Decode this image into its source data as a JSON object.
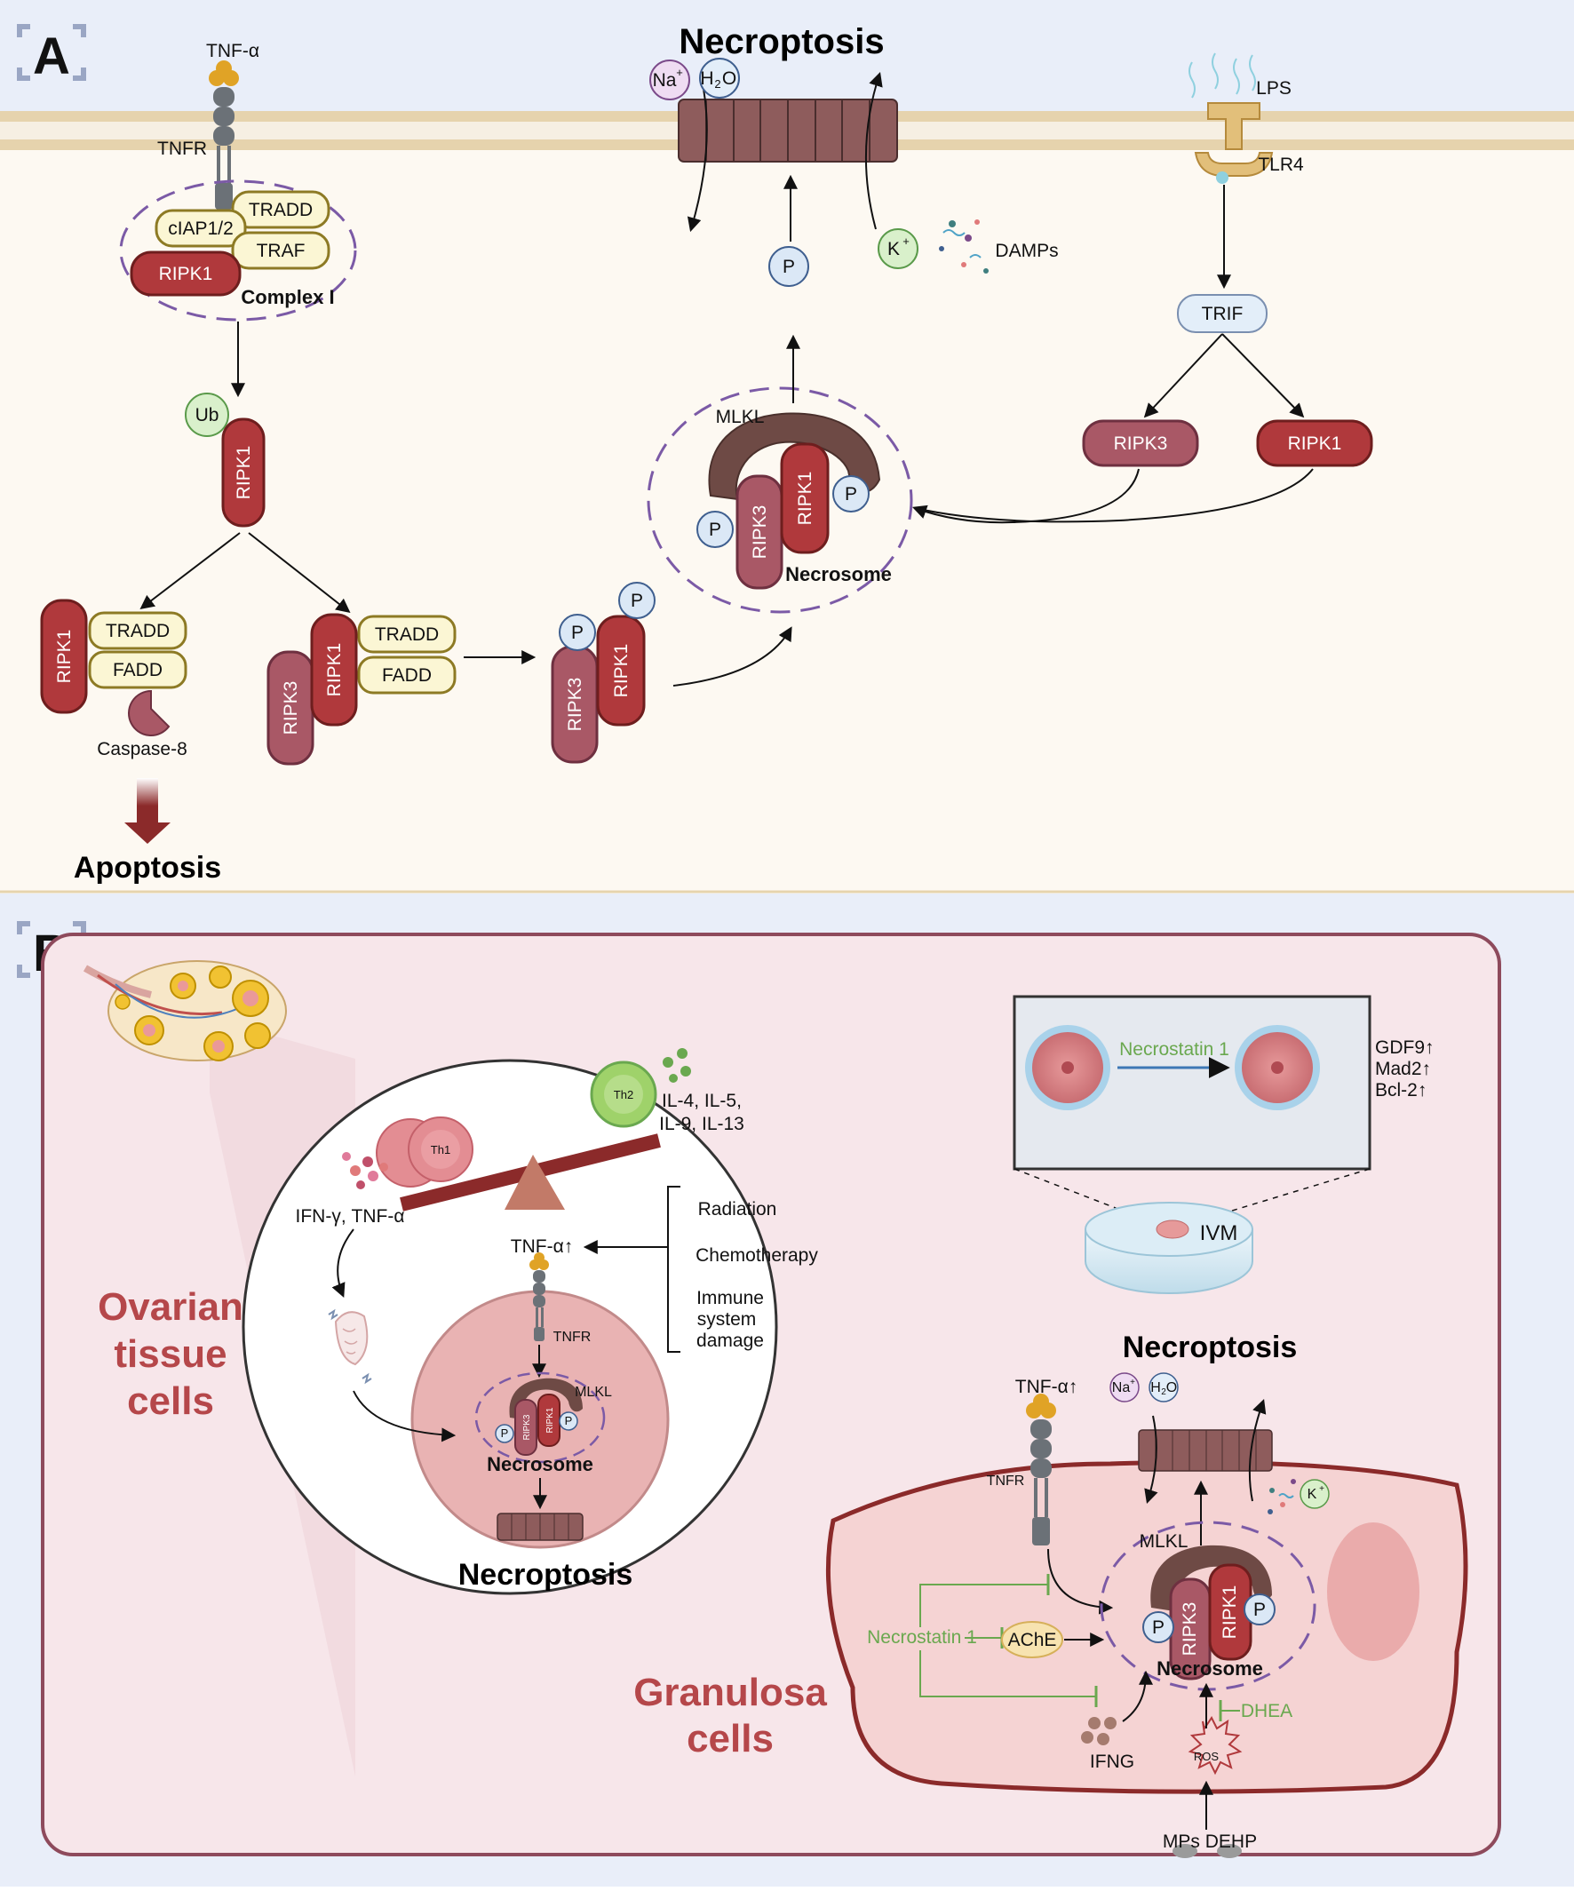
{
  "panels": {
    "a": "A",
    "b": "B"
  },
  "panel_a": {
    "titles": {
      "necroptosis": "Necroptosis",
      "apoptosis": "Apoptosis"
    },
    "receptors": {
      "tnf_alpha": "TNF-α",
      "tnfr": "TNFR",
      "lps": "LPS",
      "tlr4": "TLR4"
    },
    "complex_one": {
      "ciap": "cIAP1/2",
      "tradd": "TRADD",
      "traf": "TRAF",
      "ripk1": "RIPK1",
      "label": "Complex I"
    },
    "ub": "Ub",
    "ripk1": "RIPK1",
    "ripk3": "RIPK3",
    "tradd": "TRADD",
    "fadd": "FADD",
    "caspase8": "Caspase-8",
    "p": "P",
    "mlkl": "MLKL",
    "necrosome": "Necrosome",
    "trif": "TRIF",
    "ions": {
      "na_base": "Na",
      "na_sup": "+",
      "h2o_h": "H",
      "h2o_sub": "2",
      "h2o_o": "O",
      "k_base": "K",
      "k_sup": "+"
    },
    "damps": "DAMPs"
  },
  "panel_b": {
    "ovarian_title": [
      "Ovarian",
      "tissue",
      "cells"
    ],
    "granulosa_title": [
      "Granulosa",
      "cells"
    ],
    "th1": "Th1",
    "th2": "Th2",
    "th1_cytokines": "IFN-γ, TNF-α",
    "th2_cytokines_1": "IL-4, IL-5,",
    "th2_cytokines_2": "IL-9, IL-13",
    "tnf_alpha_up": "TNF-α↑",
    "tnfr": "TNFR",
    "mlkl": "MLKL",
    "ripk3": "RIPK3",
    "ripk1": "RIPK1",
    "p": "P",
    "necrosome": "Necrosome",
    "necroptosis": "Necroptosis",
    "causes": [
      "Radiation",
      "Chemotherapy",
      "Immune",
      "system",
      "damage"
    ],
    "ivm": {
      "drug": "Necrostatin 1",
      "markers": [
        "GDF9↑",
        "Mad2↑",
        "Bcl-2↑"
      ],
      "dish": "IVM"
    },
    "granulosa": {
      "necrostatin": "Necrostatin 1",
      "ache": "AChE",
      "ifng": "IFNG",
      "ros": "ROS",
      "dhea": "DHEA",
      "mps_dehp": "MPs DEHP"
    },
    "ions": {
      "na_base": "Na",
      "na_sup": "+",
      "h2o_h": "H",
      "h2o_sub": "2",
      "h2o_o": "O",
      "k_base": "K",
      "k_sup": "+"
    }
  },
  "colors": {
    "ripk1": "#b0393c",
    "ripk3": "#a95866",
    "yellow_box": "#fbf6d4",
    "yellow_border": "#8d7a24",
    "p_fill": "#dbe8f6",
    "p_border": "#3f5f8f",
    "ub_fill": "#d9f0cb",
    "mlkl": "#6e4a45",
    "channel": "#8e5c5c",
    "inhibitor": "#6aa84f"
  }
}
